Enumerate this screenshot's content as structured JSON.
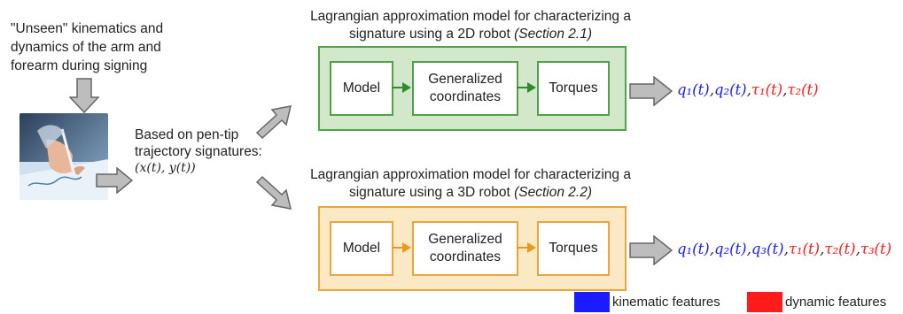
{
  "intro_text": "\"Unseen\" kinematics and dynamics of the arm and forearm during signing",
  "basis": {
    "label": "Based on pen-tip trajectory signatures:",
    "formula": "(x(t), y(t))"
  },
  "model_2d": {
    "title": "Lagrangian approximation model for characterizing a signature using a 2D robot",
    "ref": "(Section 2.1)",
    "boxes": [
      "Model",
      "Generalized coordinates",
      "Torques"
    ],
    "output_kinematic": [
      "q₁(t)",
      "q₂(t)"
    ],
    "output_dynamic": [
      "τ₁(t)",
      "τ₂(t)"
    ]
  },
  "model_3d": {
    "title": "Lagrangian approximation model for characterizing a signature using a 3D robot",
    "ref": "(Section 2.2)",
    "boxes": [
      "Model",
      "Generalized coordinates",
      "Torques"
    ],
    "output_kinematic": [
      "q₁(t)",
      "q₂(t)",
      "q₃(t)"
    ],
    "output_dynamic": [
      "τ₁(t)",
      "τ₂(t)",
      "τ₃(t)"
    ]
  },
  "legend": {
    "kinematic": "kinematic features",
    "dynamic": "dynamic features"
  },
  "colors": {
    "kinematic": "#1b1bff",
    "dynamic": "#ff1b1b",
    "panel_2d_fill": "#d3e7cb",
    "panel_2d_border": "#4ea24a",
    "panel_3d_fill": "#fbe8c5",
    "panel_3d_border": "#eaa63a",
    "block_arrow": "#bdbdbd"
  }
}
